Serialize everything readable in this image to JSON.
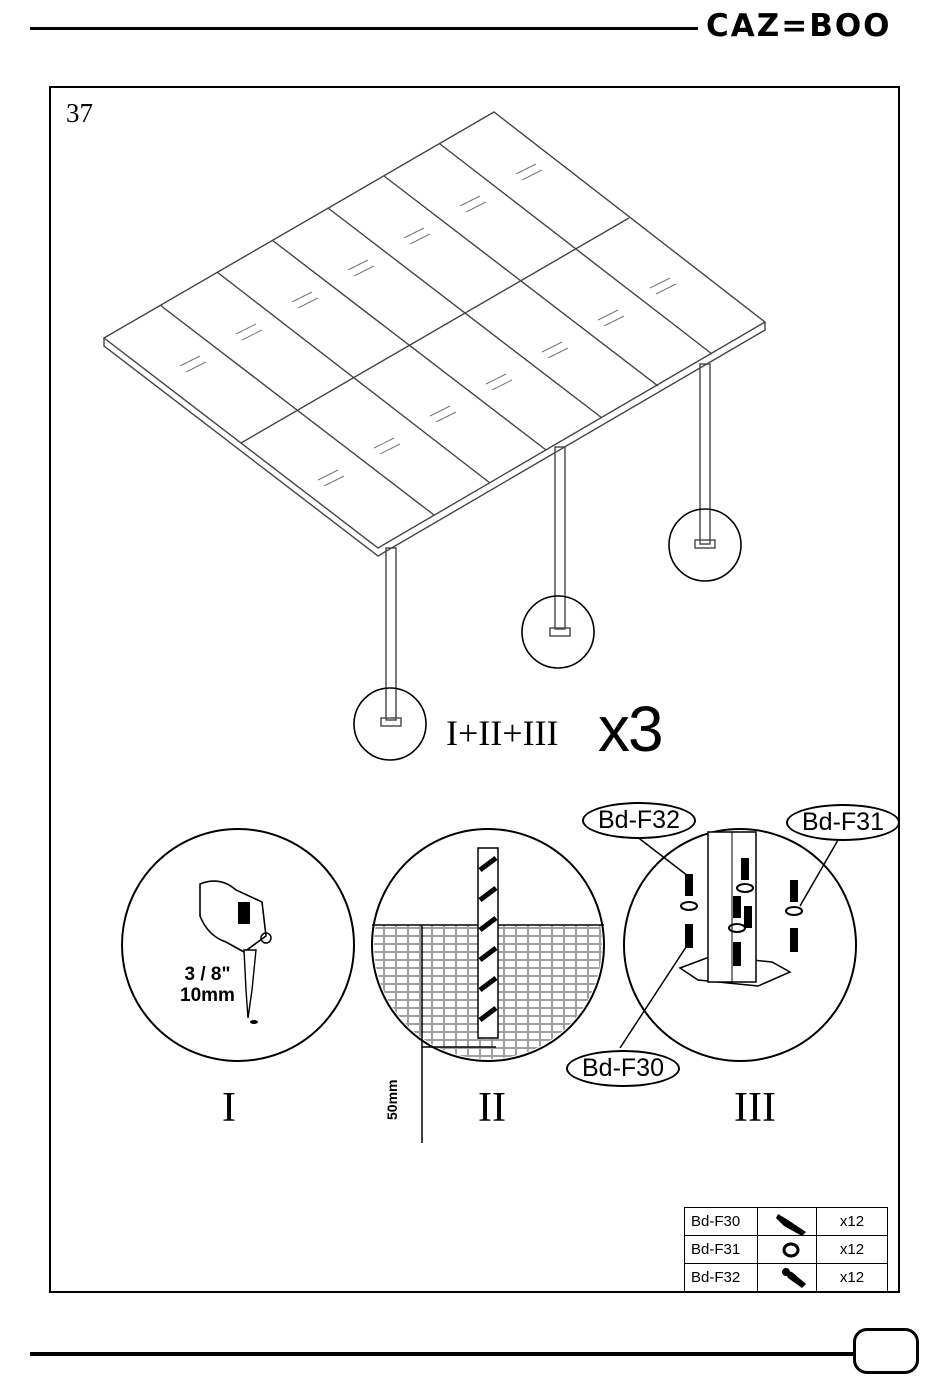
{
  "header": {
    "brand": "CAZ=BOO"
  },
  "step": {
    "number": "37",
    "formula": "I+II+III",
    "multiplier": "x3"
  },
  "details": {
    "I": {
      "label": "I",
      "drill_size": "3 / 8\"",
      "drill_size_mm": "10mm"
    },
    "II": {
      "label": "II",
      "depth": "50mm"
    },
    "III": {
      "label": "III"
    }
  },
  "callouts": {
    "f32": "Bd-F32",
    "f31": "Bd-F31",
    "f30": "Bd-F30"
  },
  "parts_table": [
    {
      "code": "Bd-F30",
      "icon": "anchor-icon",
      "qty": "x12"
    },
    {
      "code": "Bd-F31",
      "icon": "washer-icon",
      "qty": "x12"
    },
    {
      "code": "Bd-F32",
      "icon": "screw-icon",
      "qty": "x12"
    }
  ],
  "footer": {
    "page_number": ""
  }
}
